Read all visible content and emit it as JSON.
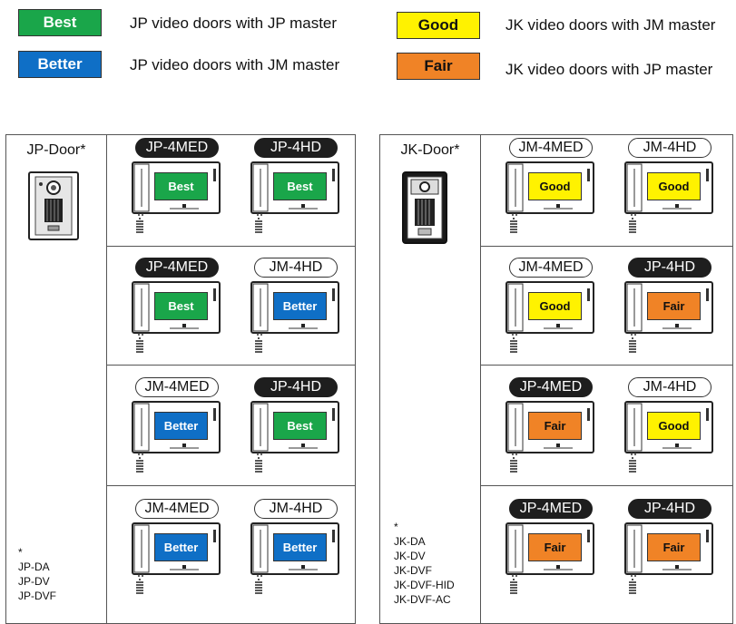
{
  "colors": {
    "best": "#1aa64a",
    "better": "#0f6fc6",
    "good": "#fff200",
    "fair": "#f08326"
  },
  "legend": [
    {
      "label": "Best",
      "text": "JP video doors with JP master",
      "rating": "best"
    },
    {
      "label": "Better",
      "text": "JP video doors with JM master",
      "rating": "better"
    },
    {
      "label": "Good",
      "text": "JK video doors with JM master",
      "rating": "good"
    },
    {
      "label": "Fair",
      "text": "JK video doors with JP master",
      "rating": "fair"
    }
  ],
  "panels": [
    {
      "door_title": "JP-Door*",
      "footnote": [
        "*",
        "JP-DA",
        "JP-DV",
        "JP-DVF"
      ],
      "rows": [
        [
          {
            "model": "JP-4MED",
            "dark": true,
            "label": "Best",
            "rating": "best"
          },
          {
            "model": "JP-4HD",
            "dark": true,
            "label": "Best",
            "rating": "best"
          }
        ],
        [
          {
            "model": "JP-4MED",
            "dark": true,
            "label": "Best",
            "rating": "best"
          },
          {
            "model": "JM-4HD",
            "dark": false,
            "label": "Better",
            "rating": "better"
          }
        ],
        [
          {
            "model": "JM-4MED",
            "dark": false,
            "label": "Better",
            "rating": "better"
          },
          {
            "model": "JP-4HD",
            "dark": true,
            "label": "Best",
            "rating": "best"
          }
        ],
        [
          {
            "model": "JM-4MED",
            "dark": false,
            "label": "Better",
            "rating": "better"
          },
          {
            "model": "JM-4HD",
            "dark": false,
            "label": "Better",
            "rating": "better"
          }
        ]
      ]
    },
    {
      "door_title": "JK-Door*",
      "footnote": [
        "*",
        "JK-DA",
        "JK-DV",
        "JK-DVF",
        "JK-DVF-HID",
        "JK-DVF-AC"
      ],
      "rows": [
        [
          {
            "model": "JM-4MED",
            "dark": false,
            "label": "Good",
            "rating": "good"
          },
          {
            "model": "JM-4HD",
            "dark": false,
            "label": "Good",
            "rating": "good"
          }
        ],
        [
          {
            "model": "JM-4MED",
            "dark": false,
            "label": "Good",
            "rating": "good"
          },
          {
            "model": "JP-4HD",
            "dark": true,
            "label": "Fair",
            "rating": "fair"
          }
        ],
        [
          {
            "model": "JP-4MED",
            "dark": true,
            "label": "Fair",
            "rating": "fair"
          },
          {
            "model": "JM-4HD",
            "dark": false,
            "label": "Good",
            "rating": "good"
          }
        ],
        [
          {
            "model": "JP-4MED",
            "dark": true,
            "label": "Fair",
            "rating": "fair"
          },
          {
            "model": "JP-4HD",
            "dark": true,
            "label": "Fair",
            "rating": "fair"
          }
        ]
      ]
    }
  ]
}
